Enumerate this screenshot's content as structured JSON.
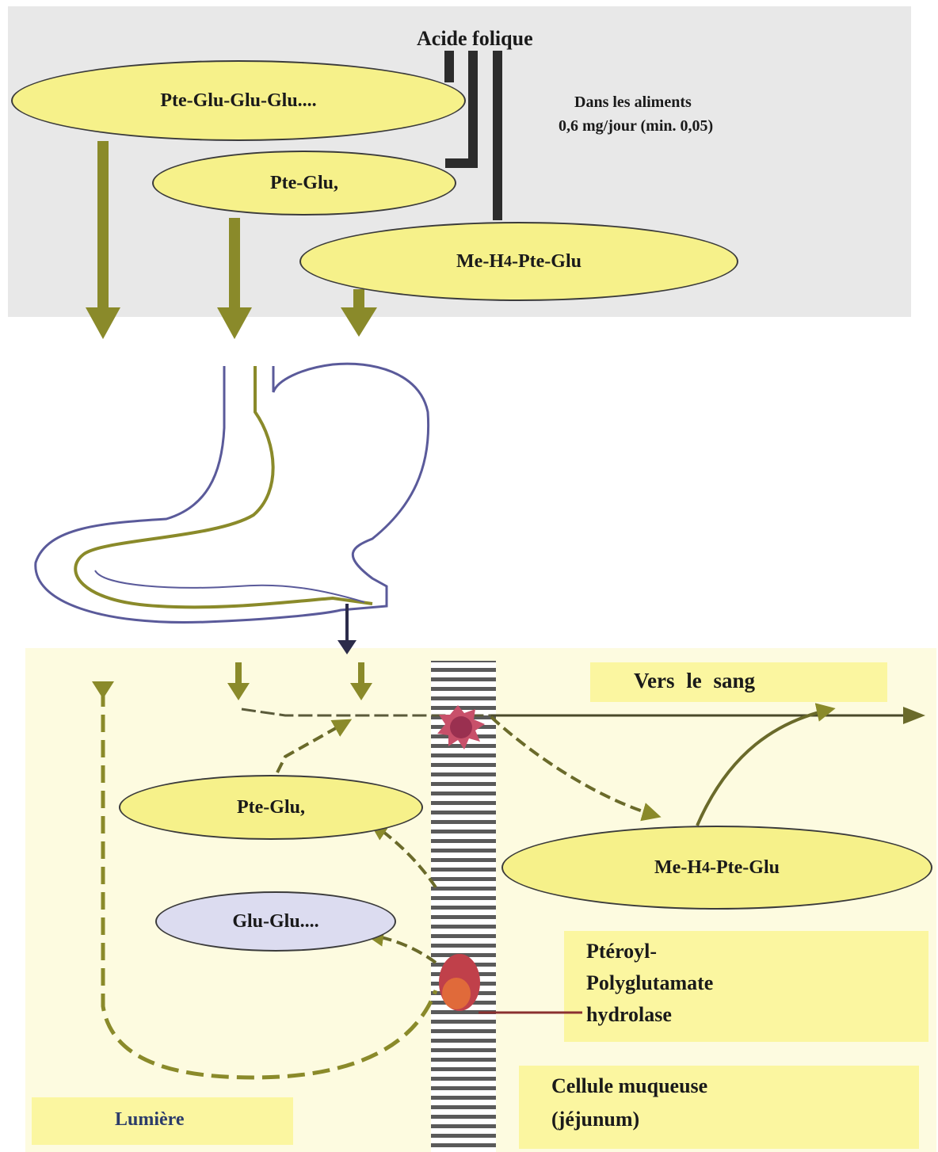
{
  "top": {
    "source_label": "Acide folique",
    "note_line1": "Dans les aliments",
    "note_line2": "0,6 mg/jour (min. 0,05)",
    "ellipse_poly": "Pte-Glu-Glu-Glu....",
    "ellipse_mono": "Pte-Glu,",
    "ellipse_methyl_prefix": "Me-H",
    "ellipse_methyl_sub": "4",
    "ellipse_methyl_suffix": "-Pte-Glu"
  },
  "bottom": {
    "blood_label": "Vers le sang",
    "ellipse_mono": "Pte-Glu,",
    "ellipse_glu": "Glu-Glu....",
    "ellipse_methyl_prefix": "Me-H",
    "ellipse_methyl_sub": "4",
    "ellipse_methyl_suffix": " -Pte-Glu",
    "enzyme_line1": "Ptéroyl-",
    "enzyme_line2": "Polyglutamate",
    "enzyme_line3": "hydrolase",
    "cell_line1": "Cellule muqueuse",
    "cell_line2": "(jéjunum)",
    "lumen_label": "Lumière"
  },
  "colors": {
    "arrow_olive": "#8a8a2a",
    "ellipse_yellow": "#f6f18a",
    "ellipse_lilac": "#dcdcf0",
    "label_box": "#fbf6a0",
    "enzyme": "#c0404a",
    "membrane": "#5a5a5a",
    "top_background": "#e8e8e8"
  },
  "icons": [
    "stomach-drawing",
    "intestinal-membrane",
    "transporter-star",
    "enzyme-blob"
  ]
}
